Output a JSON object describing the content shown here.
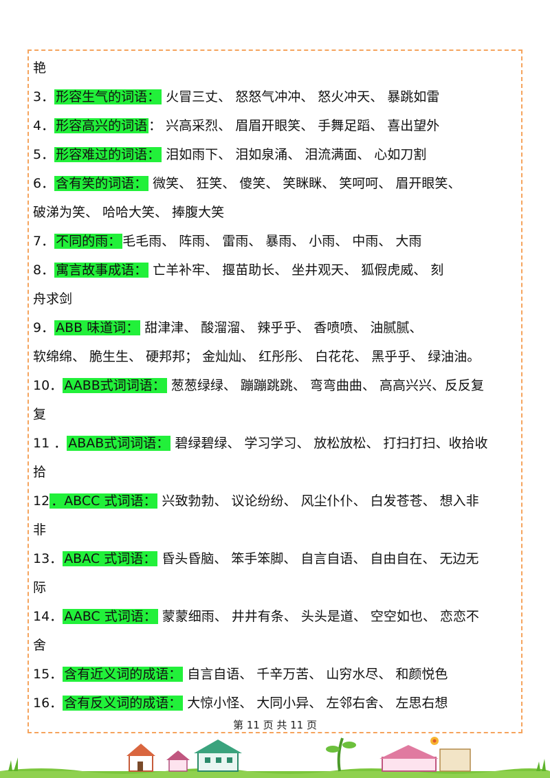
{
  "lines": [
    {
      "num": "",
      "label": "",
      "text": "艳"
    },
    {
      "num": "3．",
      "label": "形容生气的词语：",
      "text": " 火冒三丈、 怒怒气冲冲、 怒火冲天、 暴跳如雷"
    },
    {
      "num": "4．",
      "label": "形容高兴的词语",
      "text": "： 兴高采烈、 眉眉开眼笑、 手舞足蹈、 喜出望外"
    },
    {
      "num": "5．",
      "label": "形容难过的词语：",
      "text": " 泪如雨下、 泪如泉涌、 泪流满面、 心如刀割"
    },
    {
      "num": "6．",
      "label": "含有笑的词语：",
      "text": " 微笑、 狂笑、 傻笑、 笑眯眯、 笑呵呵、 眉开眼笑、"
    },
    {
      "num": "",
      "label": "",
      "text": "破涕为笑、 哈哈大笑、 捧腹大笑"
    },
    {
      "num": "7．",
      "label": "不同的雨：",
      "text": "毛毛雨、 阵雨、 雷雨、 暴雨、 小雨、 中雨、 大雨"
    },
    {
      "num": "8．",
      "label": "寓言故事成语：",
      "text": " 亡羊补牢、 揠苗助长、 坐井观天、 狐假虎威、 刻"
    },
    {
      "num": "",
      "label": "",
      "text": "舟求剑"
    },
    {
      "num": "9．",
      "label": "ABB 味道词：",
      "text": " 甜津津、 酸溜溜、 辣乎乎、 香喷喷、 油腻腻、"
    },
    {
      "num": "",
      "label": "",
      "text": "软绵绵、 脆生生、 硬邦邦； 金灿灿、 红彤彤、 白花花、 黑乎乎、 绿油油。"
    },
    {
      "num": "10．",
      "label": "AABB式词词语：",
      "text": " 葱葱绿绿、 蹦蹦跳跳、 弯弯曲曲、 高高兴兴、反反复"
    },
    {
      "num": "",
      "label": "",
      "text": "复"
    },
    {
      "num": "11 ．",
      "label": "ABAB式词词语：",
      "text": " 碧绿碧绿、 学习学习、 放松放松、 打扫打扫、收拾收"
    },
    {
      "num": "",
      "label": "",
      "text": "拾"
    },
    {
      "num": "12",
      "label": "．ABCC 式词语：",
      "text": " 兴致勃勃、 议论纷纷、 风尘仆仆、 白发苍苍、 想入非"
    },
    {
      "num": "",
      "label": "",
      "text": "非"
    },
    {
      "num": "13．",
      "label": "ABAC 式词语：",
      "text": " 昏头昏脑、 笨手笨脚、 自言自语、 自由自在、 无边无"
    },
    {
      "num": "",
      "label": "",
      "text": "际"
    },
    {
      "num": "14．",
      "label": "AABC 式词语：",
      "text": " 蒙蒙细雨、 井井有条、 头头是道、 空空如也、 恋恋不"
    },
    {
      "num": "",
      "label": "",
      "text": "舍"
    },
    {
      "num": "15．",
      "label": "含有近义词的成语：",
      "text": " 自言自语、 千辛万苦、 山穷水尽、 和颜悦色"
    },
    {
      "num": "16．",
      "label": "含有反义词的成语：",
      "text": " 大惊小怪、 大同小异、 左邻右舍、 左思右想"
    }
  ],
  "footer": {
    "page_label": "第 11 页 共 11 页"
  },
  "colors": {
    "highlight": "#22f03a",
    "border": "#f5a35c"
  }
}
